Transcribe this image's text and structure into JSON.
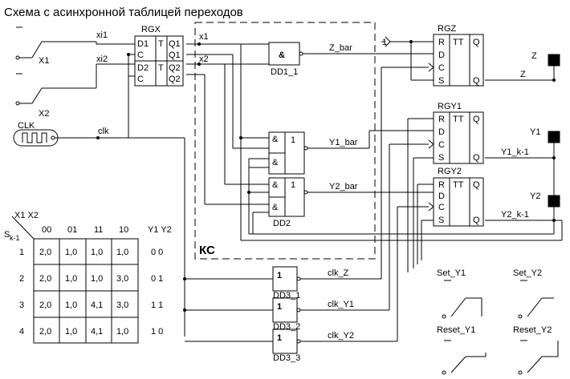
{
  "title": "Схема с  асинхронной таблицей переходов",
  "inputs": {
    "x1": "X1",
    "x2": "X2",
    "clk": "CLK"
  },
  "signals": {
    "xi1": "xi1",
    "xi2": "xi2",
    "clk": "clk",
    "x1": "x1",
    "x2": "x2",
    "z_bar": "Z_bar",
    "y1_bar": "Y1_bar",
    "y2_bar": "Y2_bar",
    "clk_z": "clk_Z",
    "clk_y1": "clk_Y1",
    "clk_y2": "clk_Y2",
    "z": "Z",
    "y1_k1": "Y1_k-1",
    "y2_k1": "Y2_k-1",
    "one": "1"
  },
  "outputs": {
    "z": "Z",
    "y1": "Y1",
    "y2": "Y2"
  },
  "blocks": {
    "rgx": {
      "name": "RGX",
      "pins_left": [
        "D1",
        "C",
        "D2",
        "C"
      ],
      "pins_mid": [
        "T",
        "T"
      ],
      "pins_right": [
        "Q1",
        "Q1",
        "Q2",
        "Q2"
      ]
    },
    "dd1": {
      "name": "DD1_1",
      "sym": "&"
    },
    "dd2": {
      "name": "DD2",
      "sym_and": "&",
      "sym_or": "1"
    },
    "dd3": [
      {
        "name": "DD3_1",
        "sym": "1"
      },
      {
        "name": "DD3_2",
        "sym": "1"
      },
      {
        "name": "DD3_3",
        "sym": "1"
      }
    ],
    "rgz": {
      "name": "RGZ",
      "pins": [
        "R",
        "D",
        "C",
        "S"
      ],
      "tt": "TT",
      "q": "Q"
    },
    "rgy1": {
      "name": "RGY1",
      "pins": [
        "R",
        "D",
        "C",
        "S"
      ],
      "tt": "TT",
      "q": "Q"
    },
    "rgy2": {
      "name": "RGY2",
      "pins": [
        "R",
        "D",
        "C",
        "S"
      ],
      "tt": "TT",
      "q": "Q"
    },
    "kc": "КС"
  },
  "switches": {
    "set_y1": "Set_Y1",
    "reset_y1": "Reset_Y1",
    "set_y2": "Set_Y2",
    "reset_y2": "Reset_Y2"
  },
  "table": {
    "corner_top": "X1 X2",
    "corner_bottom": "S",
    "corner_sub": "k-1",
    "cols": [
      "00",
      "01",
      "11",
      "10"
    ],
    "out_header": "Y1 Y2",
    "rows": [
      {
        "s": "1",
        "cells": [
          "2,0",
          "1,0",
          "1,0",
          "1,0"
        ],
        "y": "0  0"
      },
      {
        "s": "2",
        "cells": [
          "2,0",
          "1,0",
          "1,0",
          "3,0"
        ],
        "y": "0  1"
      },
      {
        "s": "3",
        "cells": [
          "2,0",
          "1,0",
          "4,1",
          "3,0"
        ],
        "y": "1  1"
      },
      {
        "s": "4",
        "cells": [
          "2,0",
          "1,0",
          "4,1",
          "1,0"
        ],
        "y": "1  0"
      }
    ]
  }
}
